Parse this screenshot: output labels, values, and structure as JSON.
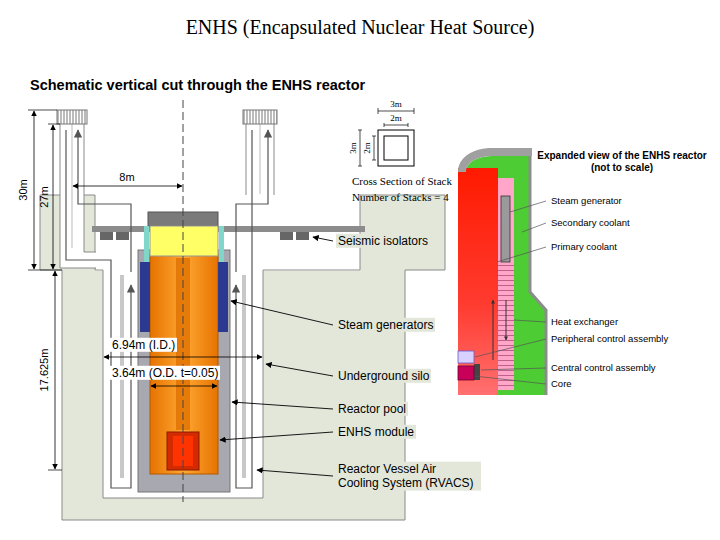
{
  "diagram": {
    "title": "ENHS (Encapsulated Nuclear Heat Source)",
    "labels": [
      "Schematic vertical cut through the ENHS reactor",
      "30m",
      "27m",
      "8m",
      "3m",
      "2m",
      "3m",
      "2m",
      "Cross Section of Stack",
      "Number of Stacks = 4",
      "Seismic isolators",
      "6.94m (I.D.)",
      "3.64m (O.D. t=0.05)",
      "Steam generators",
      "Underground silo",
      "Reactor pool",
      "17.625m",
      "ENHS module",
      "Reactor Vessel Air Cooling System (RVACS)",
      "Expanded view of the ENHS reactor (not to scale)",
      "Steam generator",
      "Secondary coolant",
      "Primary coolant",
      "Heat exchanger",
      "Peripheral control assembly",
      "Central control assembly",
      "Core"
    ]
  }
}
